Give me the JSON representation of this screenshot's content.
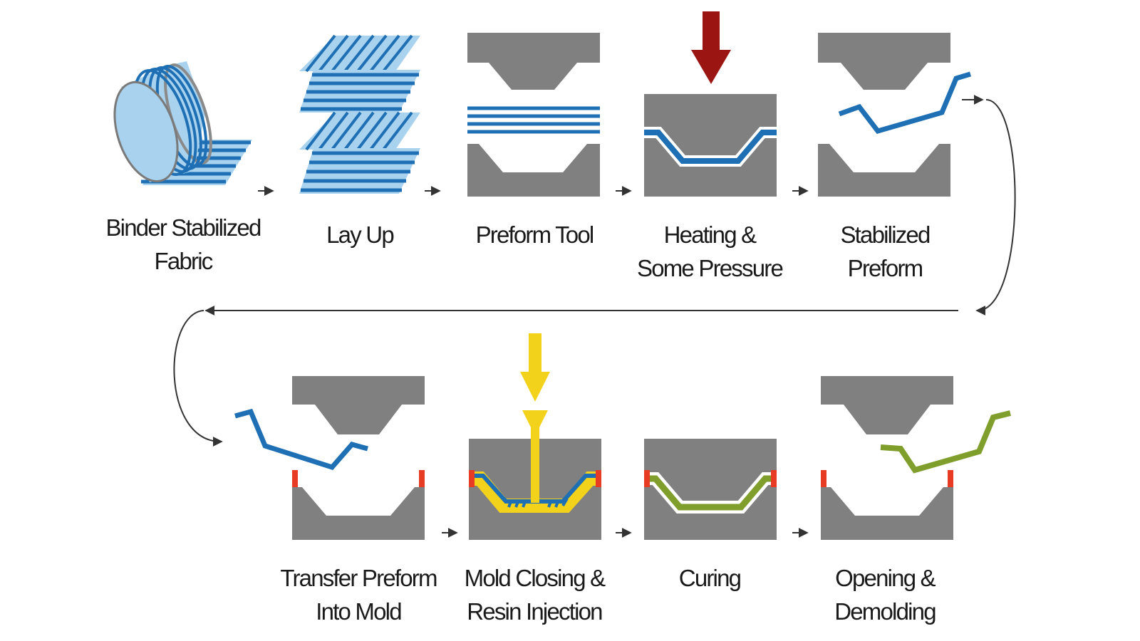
{
  "colors": {
    "mold_gray": "#808081",
    "fabric_blue": "#1e6fb4",
    "fabric_light": "#a9d2ee",
    "pressure_red": "#9b1512",
    "resin_yellow": "#f2d21b",
    "cured_green": "#7f9e2b",
    "seal_red": "#e73b24",
    "arrow_dark": "#333333"
  },
  "steps": [
    {
      "id": "binder-stabilized-fabric",
      "lines": [
        "Binder Stabilized",
        "Fabric"
      ],
      "icon": "fabric-roll-icon"
    },
    {
      "id": "lay-up",
      "lines": [
        "Lay Up"
      ],
      "icon": "layup-plies-icon"
    },
    {
      "id": "preform-tool",
      "lines": [
        "Preform Tool"
      ],
      "icon": "preform-tool-icon"
    },
    {
      "id": "heating-pressure",
      "lines": [
        "Heating &",
        "Some Pressure"
      ],
      "icon": "heated-press-icon"
    },
    {
      "id": "stabilized-preform",
      "lines": [
        "Stabilized",
        "Preform"
      ],
      "icon": "stabilized-preform-icon"
    },
    {
      "id": "transfer-preform",
      "lines": [
        "Transfer Preform",
        "Into Mold"
      ],
      "icon": "transfer-mold-icon"
    },
    {
      "id": "mold-closing",
      "lines": [
        "Mold Closing &",
        "Resin Injection"
      ],
      "icon": "resin-injection-icon"
    },
    {
      "id": "curing",
      "lines": [
        "Curing"
      ],
      "icon": "curing-mold-icon"
    },
    {
      "id": "opening-demolding",
      "lines": [
        "Opening &",
        "Demolding"
      ],
      "icon": "demolding-icon"
    }
  ]
}
